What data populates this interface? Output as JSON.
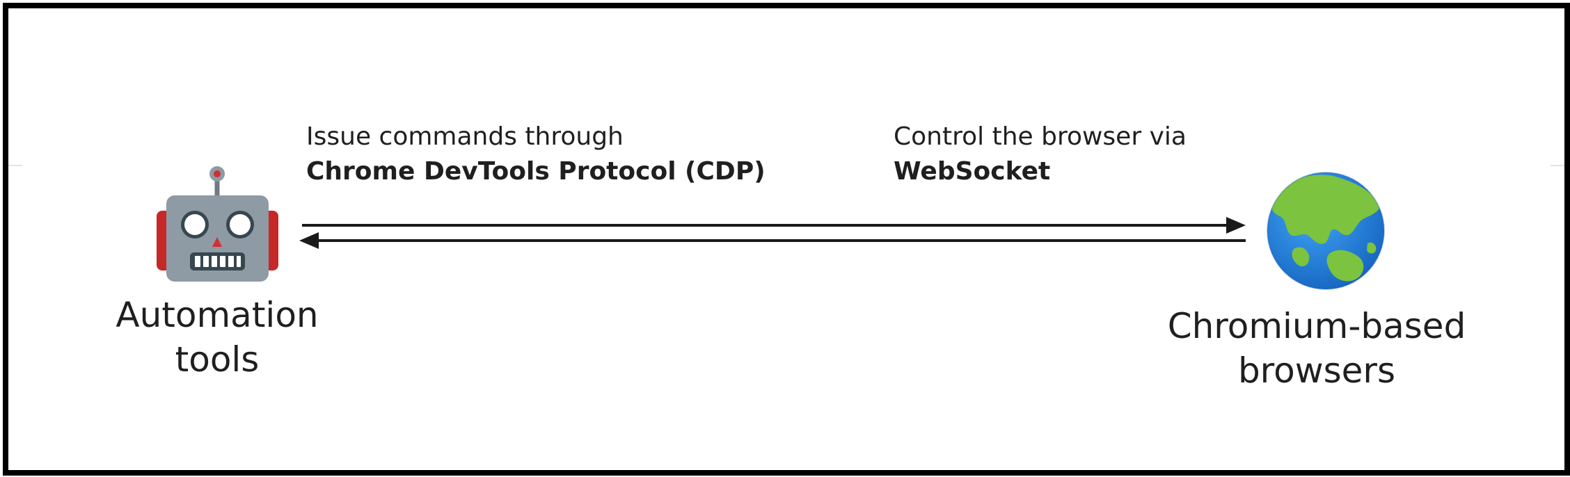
{
  "diagram": {
    "left_node": {
      "icon": "robot-icon",
      "label_lines": [
        "Automation",
        "tools"
      ]
    },
    "right_node": {
      "icon": "globe-icon",
      "label_lines": [
        "Chromium-based",
        "browsers"
      ]
    },
    "left_annotation": {
      "line1": "Issue commands through",
      "line2": "Chrome DevTools Protocol (CDP)"
    },
    "right_annotation": {
      "line1": "Control the browser via",
      "line2": "WebSocket"
    },
    "connection": {
      "type": "bidirectional",
      "forward": "left-to-right",
      "backward": "right-to-left"
    },
    "colors": {
      "robot_body": "#8e9aa4",
      "robot_ears": "#c62828",
      "globe_ocean": "#1e88e5",
      "globe_land": "#7cc33f",
      "arrow": "#1a1a1a"
    }
  }
}
